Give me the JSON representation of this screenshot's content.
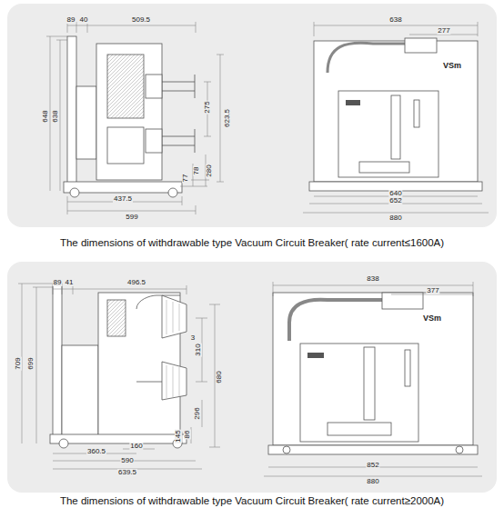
{
  "diagram": {
    "labels": [
      "89",
      "40",
      "509.5",
      "648",
      "638",
      "275",
      "623.5",
      "78",
      "77",
      "280",
      "437.5",
      "599",
      "638",
      "277",
      "VSm",
      "640",
      "652",
      "880",
      "The dimensions of withdrawable type Vacuum Circuit Breaker( rate current≤1600A)",
      "89",
      "41",
      "496.5",
      "709",
      "699",
      "3",
      "310",
      "680",
      "296",
      "86",
      "145",
      "160",
      "360.5",
      "590",
      "639.5",
      "838",
      "377",
      "VSm",
      "852",
      "880",
      "The dimensions of withdrawable type Vacuum Circuit Breaker( rate current≥2000A)"
    ]
  }
}
